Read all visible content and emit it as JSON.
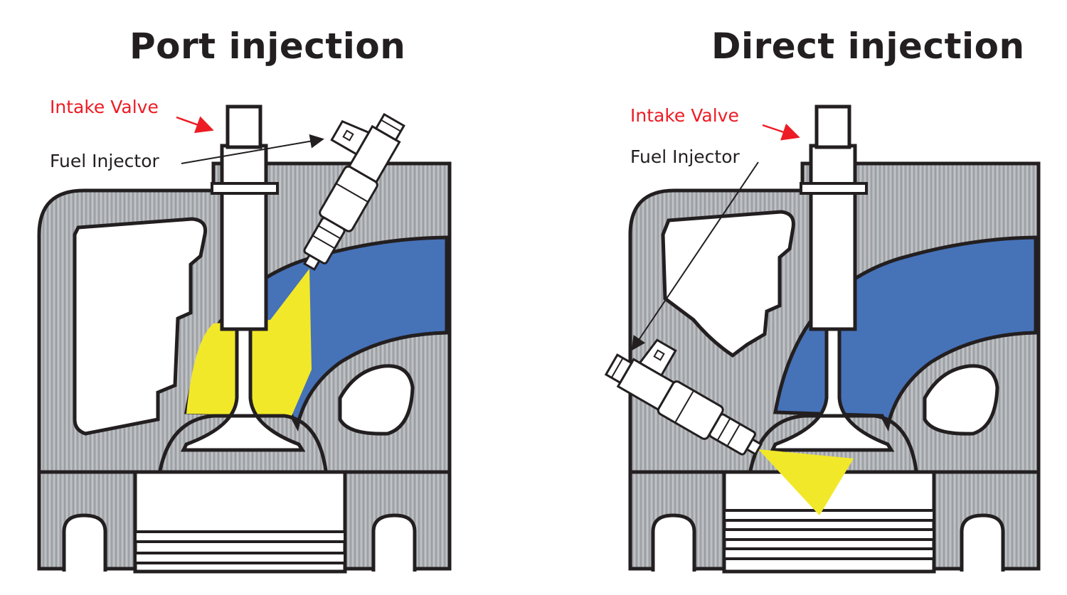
{
  "panels": {
    "port": {
      "title": "Port injection",
      "intake_label": "Intake Valve",
      "injector_label": "Fuel Injector"
    },
    "direct": {
      "title": "Direct injection",
      "intake_label": "Intake Valve",
      "injector_label": "Fuel Injector"
    }
  },
  "colors": {
    "metal": "#a9acb0",
    "intake_port": "#4672b8",
    "fuel_spray": "#f2e82a",
    "outline": "#231f20",
    "label_red": "#ed1c24"
  }
}
